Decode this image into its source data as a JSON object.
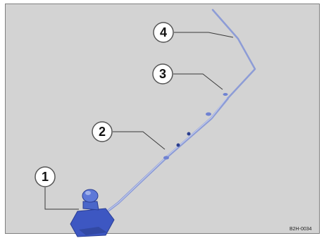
{
  "callouts": [
    {
      "number": "1",
      "part": "base"
    },
    {
      "number": "2",
      "part": "rod-section-1"
    },
    {
      "number": "3",
      "part": "rod-section-2"
    },
    {
      "number": "4",
      "part": "rod-tip"
    }
  ],
  "reference_code": "B2H-0034",
  "colors": {
    "background": "#d3d3d3",
    "frame": "#7f7f7f",
    "component": "#4a66c9",
    "rod": "#8d9cd6",
    "leader": "#3a3a3a"
  }
}
